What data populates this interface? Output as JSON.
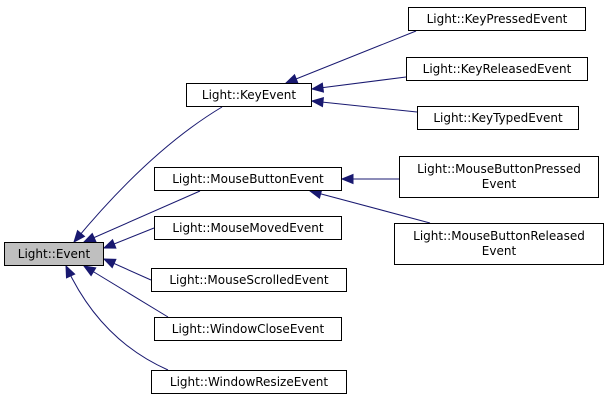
{
  "nodes": {
    "event": "Light::Event",
    "key_event": "Light::KeyEvent",
    "mouse_button_event": "Light::MouseButtonEvent",
    "mouse_moved_event": "Light::MouseMovedEvent",
    "mouse_scrolled_event": "Light::MouseScrolledEvent",
    "window_close_event": "Light::WindowCloseEvent",
    "window_resize_event": "Light::WindowResizeEvent",
    "key_pressed_event": "Light::KeyPressedEvent",
    "key_released_event": "Light::KeyReleasedEvent",
    "key_typed_event": "Light::KeyTypedEvent",
    "mouse_button_pressed_event": [
      "Light::MouseButtonPressed",
      "Event"
    ],
    "mouse_button_released_event": [
      "Light::MouseButtonReleased",
      "Event"
    ]
  },
  "edges": [
    {
      "from": "key_event",
      "to": "event"
    },
    {
      "from": "mouse_button_event",
      "to": "event"
    },
    {
      "from": "mouse_moved_event",
      "to": "event"
    },
    {
      "from": "mouse_scrolled_event",
      "to": "event"
    },
    {
      "from": "window_close_event",
      "to": "event"
    },
    {
      "from": "window_resize_event",
      "to": "event"
    },
    {
      "from": "key_pressed_event",
      "to": "key_event"
    },
    {
      "from": "key_released_event",
      "to": "key_event"
    },
    {
      "from": "key_typed_event",
      "to": "key_event"
    },
    {
      "from": "mouse_button_pressed_event",
      "to": "mouse_button_event"
    },
    {
      "from": "mouse_button_released_event",
      "to": "mouse_button_event"
    }
  ],
  "colors": {
    "edge": "#191970",
    "root_fill": "#bfbfbf",
    "node_fill": "#ffffff",
    "border": "#000000"
  }
}
